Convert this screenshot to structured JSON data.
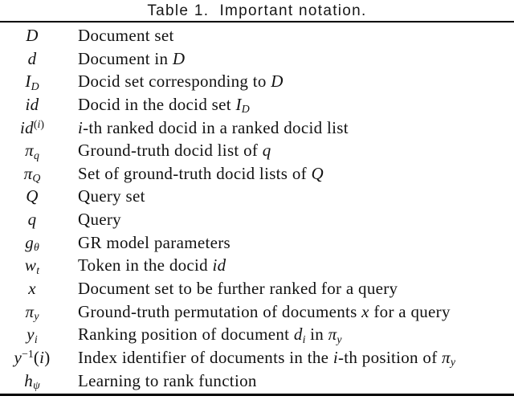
{
  "caption": {
    "title": "Table 1.  Important notation."
  },
  "colors": {
    "background": "#ffffff",
    "text": "#121212",
    "rule": "#000000"
  },
  "table": {
    "rows": [
      {
        "symbol": [
          [
            "D",
            "i"
          ]
        ],
        "description": [
          [
            "Document set"
          ]
        ]
      },
      {
        "symbol": [
          [
            "d",
            "i"
          ]
        ],
        "description": [
          [
            "Document in "
          ],
          [
            "D",
            "i"
          ]
        ]
      },
      {
        "symbol": [
          [
            "I",
            "i"
          ],
          [
            "D",
            "isub"
          ]
        ],
        "description": [
          [
            "Docid set corresponding to "
          ],
          [
            "D",
            "i"
          ]
        ]
      },
      {
        "symbol": [
          [
            "id",
            "i"
          ]
        ],
        "description": [
          [
            "Docid in the docid set "
          ],
          [
            "I",
            "i"
          ],
          [
            "D",
            "isub"
          ]
        ]
      },
      {
        "symbol": [
          [
            "id",
            "i"
          ],
          [
            "(",
            "sup"
          ],
          [
            "i",
            "isup"
          ],
          [
            ")",
            "sup"
          ]
        ],
        "description": [
          [
            "i",
            "i"
          ],
          [
            "-th ranked docid in a ranked docid list"
          ]
        ]
      },
      {
        "symbol": [
          [
            "π",
            "i"
          ],
          [
            "q",
            "isub"
          ]
        ],
        "description": [
          [
            "Ground-truth docid list of "
          ],
          [
            "q",
            "i"
          ]
        ]
      },
      {
        "symbol": [
          [
            "π",
            "i"
          ],
          [
            "Q",
            "isub"
          ]
        ],
        "description": [
          [
            "Set of ground-truth docid lists of "
          ],
          [
            "Q",
            "i"
          ]
        ]
      },
      {
        "symbol": [
          [
            "Q",
            "i"
          ]
        ],
        "description": [
          [
            "Query set"
          ]
        ]
      },
      {
        "symbol": [
          [
            "q",
            "i"
          ]
        ],
        "description": [
          [
            "Query"
          ]
        ]
      },
      {
        "symbol": [
          [
            "g",
            "i"
          ],
          [
            "θ",
            "isub"
          ]
        ],
        "description": [
          [
            "GR model parameters"
          ]
        ]
      },
      {
        "symbol": [
          [
            "w",
            "i"
          ],
          [
            "t",
            "isub"
          ]
        ],
        "description": [
          [
            "Token in the docid "
          ],
          [
            "id",
            "i"
          ]
        ]
      },
      {
        "symbol": [
          [
            "x",
            "i"
          ]
        ],
        "description": [
          [
            "Document set to be further ranked for a query"
          ]
        ]
      },
      {
        "symbol": [
          [
            "π",
            "i"
          ],
          [
            "y",
            "isub"
          ]
        ],
        "description": [
          [
            "Ground-truth permutation of documents "
          ],
          [
            "x",
            "i"
          ],
          [
            " for a query"
          ]
        ]
      },
      {
        "symbol": [
          [
            "y",
            "i"
          ],
          [
            "i",
            "isub"
          ]
        ],
        "description": [
          [
            "Ranking position of document "
          ],
          [
            "d",
            "i"
          ],
          [
            "i",
            "isub"
          ],
          [
            " in "
          ],
          [
            "π",
            "i"
          ],
          [
            "y",
            "isub"
          ]
        ]
      },
      {
        "symbol": [
          [
            "y",
            "i"
          ],
          [
            "−1",
            "sup"
          ],
          [
            "("
          ],
          [
            "i",
            "i"
          ],
          [
            ")"
          ]
        ],
        "description": [
          [
            "Index identifier of documents in the "
          ],
          [
            "i",
            "i"
          ],
          [
            "-th position of "
          ],
          [
            "π",
            "i"
          ],
          [
            "y",
            "isub"
          ]
        ]
      },
      {
        "symbol": [
          [
            "h",
            "i"
          ],
          [
            "ψ",
            "isub"
          ]
        ],
        "description": [
          [
            "Learning to rank function"
          ]
        ]
      }
    ]
  }
}
